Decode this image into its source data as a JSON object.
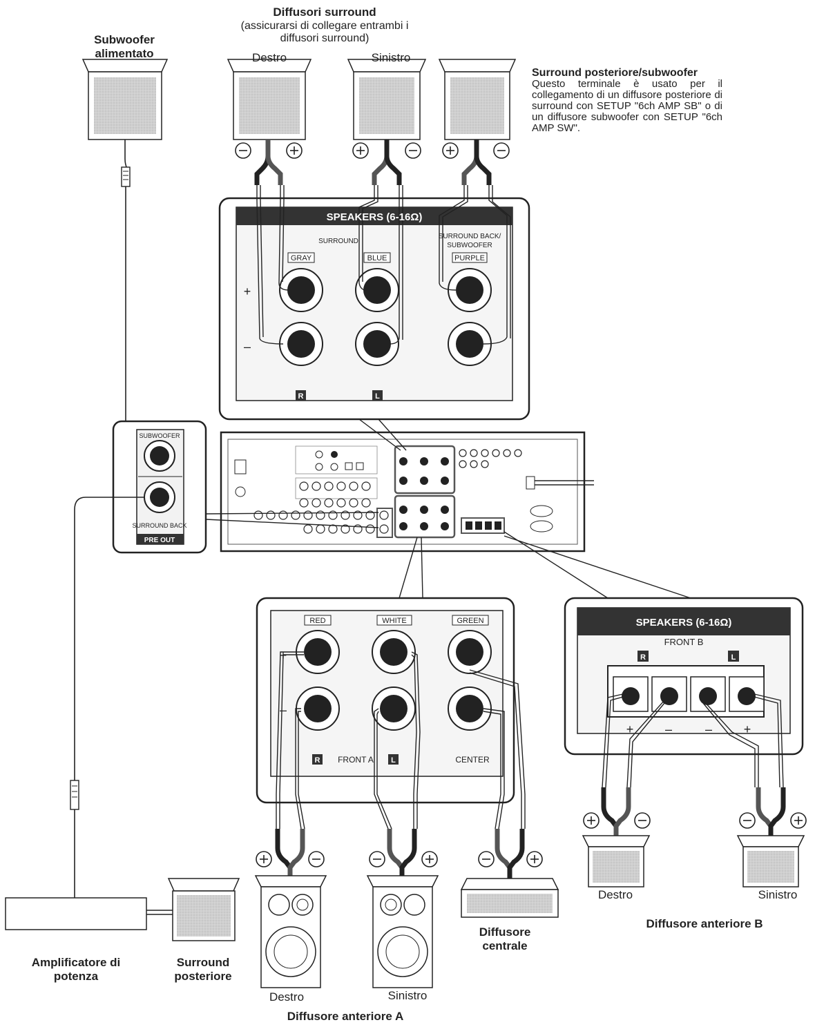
{
  "labels": {
    "surround_title": "Diffusori surround",
    "surround_note": "(assicurarsi di collegare entrambi i diffusori surround)",
    "destro": "Destro",
    "sinistro": "Sinistro",
    "subwoofer_title": "Subwoofer alimentato",
    "sb_head": "Surround posteriore/subwoofer",
    "sb_text": "Questo terminale è usato per il collegamento di un diffusore posteriore di surround con SETUP \"6ch AMP SB\" o di un diffusore subwoofer con SETUP \"6ch AMP SW\".",
    "front_a_destro": "Destro",
    "front_a_sinistro": "Sinistro",
    "front_a_title": "Diffusore anteriore A",
    "centrale": "Diffusore centrale",
    "front_b_destro": "Destro",
    "front_b_sinistro": "Sinistro",
    "front_b_title": "Diffusore anteriore B",
    "amp": "Amplificatore di potenza",
    "surround_post": "Surround posteriore"
  },
  "panel_top": {
    "header": "SPEAKERS (6-16Ω)",
    "surround": "SURROUND",
    "sb_label_1": "SURROUND BACK/",
    "sb_label_2": "SUBWOOFER",
    "gray": "GRAY",
    "blue": "BLUE",
    "purple": "PURPLE",
    "plus": "+",
    "minus": "–",
    "r": "R",
    "l": "L"
  },
  "preout": {
    "subwoofer": "SUBWOOFER",
    "surround_back": "SURROUND BACK",
    "pre_out": "PRE OUT"
  },
  "panel_front_a": {
    "red": "RED",
    "white": "WHITE",
    "green": "GREEN",
    "plus": "+",
    "minus": "–",
    "r": "R",
    "front_a": "FRONT A",
    "l": "L",
    "center": "CENTER"
  },
  "panel_front_b": {
    "header": "SPEAKERS (6-16Ω)",
    "front_b": "FRONT B",
    "r": "R",
    "l": "L",
    "plus1": "+",
    "minus1": "–",
    "minus2": "–",
    "plus2": "+"
  },
  "colors": {
    "ink": "#222222",
    "panel": "#f2f2f2",
    "speaker": "#cfcfcf",
    "dark": "#333333"
  }
}
